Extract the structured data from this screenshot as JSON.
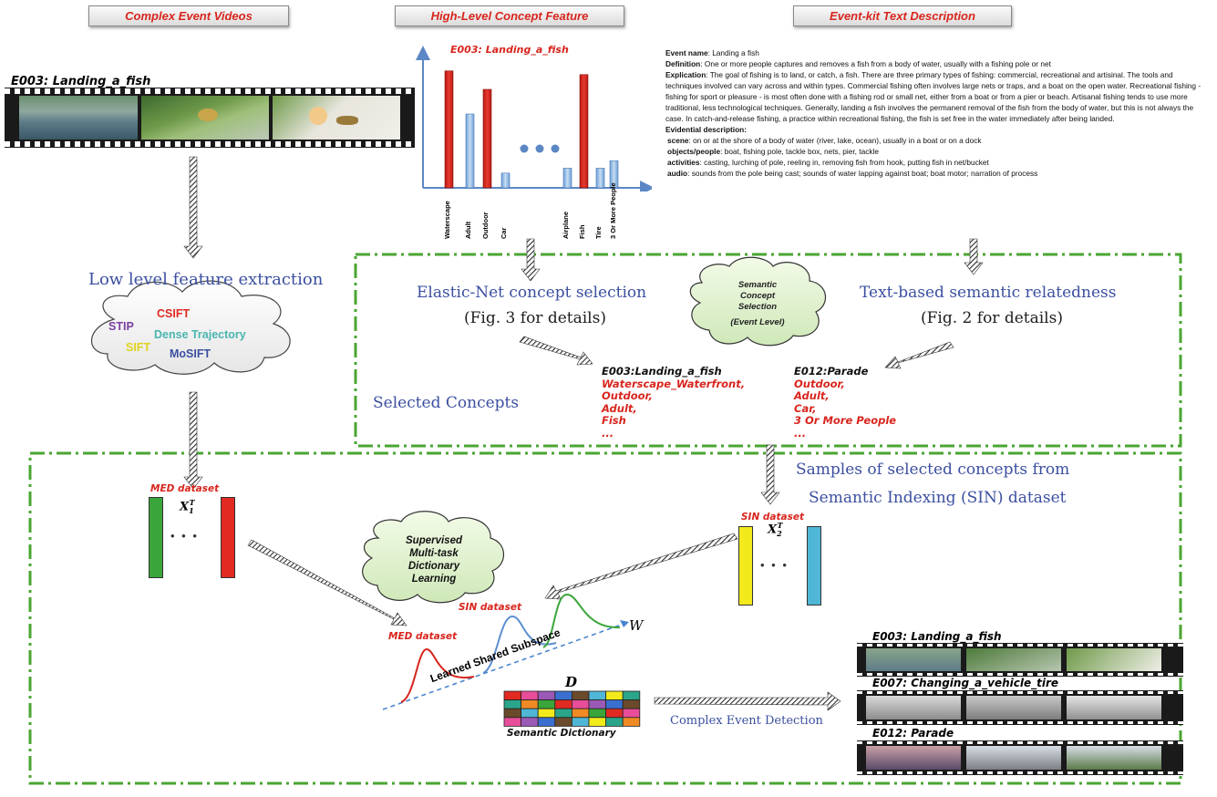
{
  "headers": {
    "videos": "Complex Event Videos",
    "concept": "High-Level Concept Feature",
    "text": "Event-kit Text Description"
  },
  "video_strip": {
    "title": "E003: Landing_a_fish"
  },
  "concept_chart": {
    "title": "E003: Landing_a_fish",
    "labels": [
      "Waterscape",
      "Adult",
      "Outdoor",
      "Car",
      "Airplane",
      "Fish",
      "Tire",
      "3 Or More People"
    ],
    "dots": "• • •"
  },
  "chart_data": {
    "type": "bar",
    "title": "E003: Landing_a_fish",
    "categories": [
      "Waterscape",
      "Adult",
      "Outdoor",
      "Car",
      "Airplane",
      "Fish",
      "Tire",
      "3 Or More People"
    ],
    "values": [
      0.95,
      0.6,
      0.8,
      0.12,
      0.16,
      0.92,
      0.16,
      0.22
    ],
    "highlighted": [
      "Waterscape",
      "Outdoor",
      "Fish"
    ],
    "colors": {
      "highlight": "#e02a22",
      "normal": "#9cc4ea"
    }
  },
  "description": {
    "event_name_label": "Event name",
    "event_name": ": Landing a fish",
    "definition_label": "Definition",
    "definition": ": One or more people captures and removes a fish from a body of water, usually with a fishing pole or net",
    "explication_label": "Explication",
    "explication": ": The goal of fishing is to land, or catch, a fish. There are three primary types of fishing: commercial, recreational and artisinal. The tools and techniques involved can vary across and within types. Commercial fishing often involves large nets or traps, and a boat on the open water. Recreational fishing - fishing for sport or pleasure - is most often done with a fishing rod or small net, either from a boat or from a pier or beach.  Artisanal fishing tends to use more traditional, less technological techniques. Generally, landing a fish involves the permanent removal of the fish from the body of water, but this is not always the case.  In catch-and-release fishing, a practice within recreational fishing, the fish is set free in the water immediately after being landed.",
    "evidential_label": "Evidential description:",
    "scene_label": "scene",
    "scene": ": on or at the shore of a body of water (river, lake, ocean), usually in a boat or on a dock",
    "objects_label": "objects/people",
    "objects": ": boat, fishing pole, tackle box, nets, pier, tackle",
    "activities_label": "activities",
    "activities": ": casting, lurching of pole, reeling in, removing fish from hook, putting fish in net/bucket",
    "audio_label": "audio",
    "audio": ": sounds from the pole being cast; sounds of water lapping against boat; boat motor; narration of process"
  },
  "low_level": {
    "title": "Low level feature extraction",
    "features": [
      "CSIFT",
      "STIP",
      "Dense Trajectory",
      "SIFT",
      "MoSIFT"
    ]
  },
  "concept_selection": {
    "elastic_title": "Elastic-Net concept selection",
    "elastic_ref": "(Fig. 3 for details)",
    "cloud": [
      "Semantic",
      "Concept",
      "Selection",
      "(Event Level)"
    ],
    "text_title": "Text-based semantic relatedness",
    "text_ref": "(Fig. 2 for details)",
    "selected_label": "Selected Concepts",
    "e003": {
      "title": "E003:Landing_a_fish",
      "items": [
        "Waterscape_Waterfront,",
        "Outdoor,",
        "Adult,",
        "Fish",
        "..."
      ]
    },
    "e012": {
      "title": "E012:Parade",
      "items": [
        "Outdoor,",
        "Adult,",
        "Car,",
        "3 Or More People",
        "..."
      ]
    }
  },
  "bottom": {
    "samples_line1": "Samples of selected concepts from",
    "samples_line2": "Semantic Indexing (SIN) dataset",
    "med_label": "MED dataset",
    "sin_label": "SIN dataset",
    "x1": "X",
    "x1_sub": "1",
    "x1_sup": "T",
    "x2": "X",
    "x2_sub": "2",
    "x2_sup": "T",
    "dots": "• • •",
    "cloud": [
      "Supervised",
      "Multi-task",
      "Dictionary",
      "Learning"
    ],
    "curve_sin": "SIN dataset",
    "curve_med": "MED dataset",
    "w": "W",
    "subspace": "Learned Shared Subspace",
    "d": "D",
    "dict_label": "Semantic Dictionary",
    "detect": "Complex Event Detection",
    "events": [
      "E003: Landing_a_fish",
      "E007: Changing_a_vehicle_tire",
      "E012: Parade"
    ]
  },
  "colors": {
    "header_text": "#d8261e",
    "handwriting": "#3b4fa0",
    "dashed_box": "#4aa532",
    "green_bar": "#3aa53a",
    "red_bar": "#e02a22",
    "yellow_bar": "#f3ea1c",
    "cyan_bar": "#4fb6d6"
  }
}
